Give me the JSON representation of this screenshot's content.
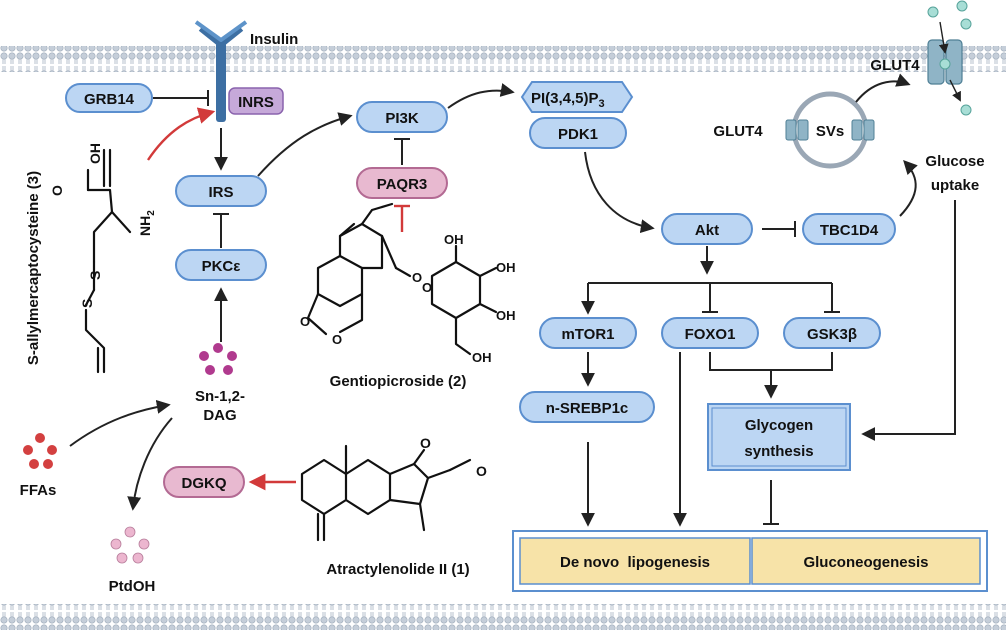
{
  "molecules": {
    "sac": "S-allylmercaptocysteine (3)",
    "gentiopicroside": "Gentiopicroside (2)",
    "atractylenolide": "Atractylenolide II (1)"
  },
  "atoms": {
    "oh": "OH",
    "o": "O",
    "nh2": "NH",
    "sub2": "2",
    "s": "S",
    "h": "H"
  },
  "nodes": {
    "insulin": "Insulin",
    "grb14": "GRB14",
    "inrs": "INRS",
    "irs": "IRS",
    "pkce": "PKCε",
    "sn12dag_line1": "Sn-1,2-",
    "sn12dag_line2": "DAG",
    "ffas": "FFAs",
    "ptdoh": "PtdOH",
    "dgkq": "DGKQ",
    "pi3k": "PI3K",
    "paqr3": "PAQR3",
    "pip3_main": "PI(3,4,5)P",
    "pip3_sub": "3",
    "pdk1": "PDK1",
    "akt": "Akt",
    "tbc1d4": "TBC1D4",
    "glut4_vesicle": "GLUT4",
    "svs": "SVs",
    "glut4_membrane": "GLUT4",
    "glucose_uptake_line1": "Glucose",
    "glucose_uptake_line2": "uptake",
    "mtor1": "mTOR1",
    "foxo1": "FOXO1",
    "gsk3b": "GSK3β",
    "nsrebp1c": "n-SREBP1c",
    "glycogen_line1": "Glycogen",
    "glycogen_line2": "synthesis",
    "lipogenesis": "De novo  lipogenesis",
    "gluconeogenesis": "Gluconeogenesis"
  },
  "colors": {
    "node_fill": "#bcd6f3",
    "node_border": "#5b8fcf",
    "inhibitor_fill": "#e8b9d0",
    "activation_arrow": "#d23a3a",
    "outcome_fill": "#f7e3a8",
    "membrane": "#c9d3df"
  }
}
